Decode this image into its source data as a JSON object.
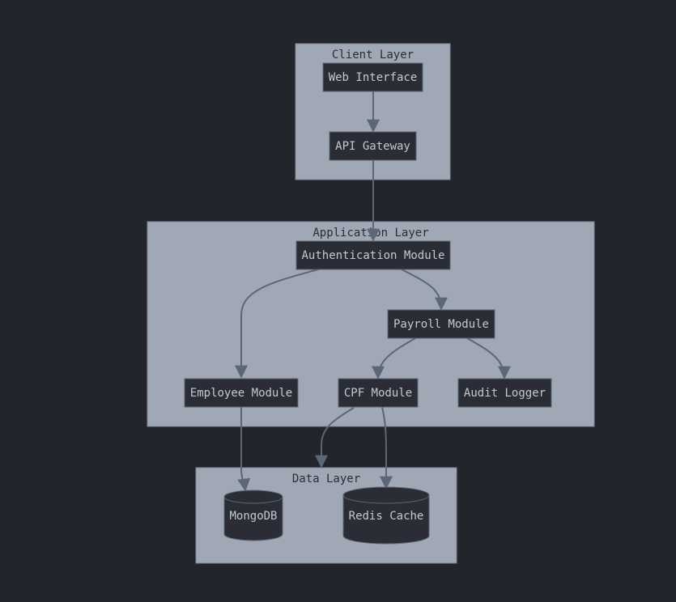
{
  "colors": {
    "background": "#23252d",
    "cluster_fill": "#9fa8b4",
    "cluster_stroke": "#7d8793",
    "node_fill": "#2a2d35",
    "node_stroke": "#5d6673",
    "node_text": "#c3c9d2",
    "cluster_text": "#2a2d35",
    "edge": "#5b6677"
  },
  "clusters": {
    "client": "Client Layer",
    "application": "Application Layer",
    "data": "Data Layer"
  },
  "nodes": {
    "web_interface": "Web Interface",
    "api_gateway": "API Gateway",
    "authentication": "Authentication Module",
    "payroll": "Payroll Module",
    "employee": "Employee Module",
    "cpf": "CPF Module",
    "audit_logger": "Audit Logger",
    "mongodb": "MongoDB",
    "redis": "Redis Cache"
  },
  "edges": [
    {
      "from": "Web Interface",
      "to": "API Gateway"
    },
    {
      "from": "API Gateway",
      "to": "Authentication Module"
    },
    {
      "from": "Authentication Module",
      "to": "Employee Module"
    },
    {
      "from": "Authentication Module",
      "to": "Payroll Module"
    },
    {
      "from": "Payroll Module",
      "to": "CPF Module"
    },
    {
      "from": "Payroll Module",
      "to": "Audit Logger"
    },
    {
      "from": "Employee Module",
      "to": "MongoDB"
    },
    {
      "from": "CPF Module",
      "to": "Data Layer"
    },
    {
      "from": "CPF Module",
      "to": "Redis Cache"
    }
  ]
}
